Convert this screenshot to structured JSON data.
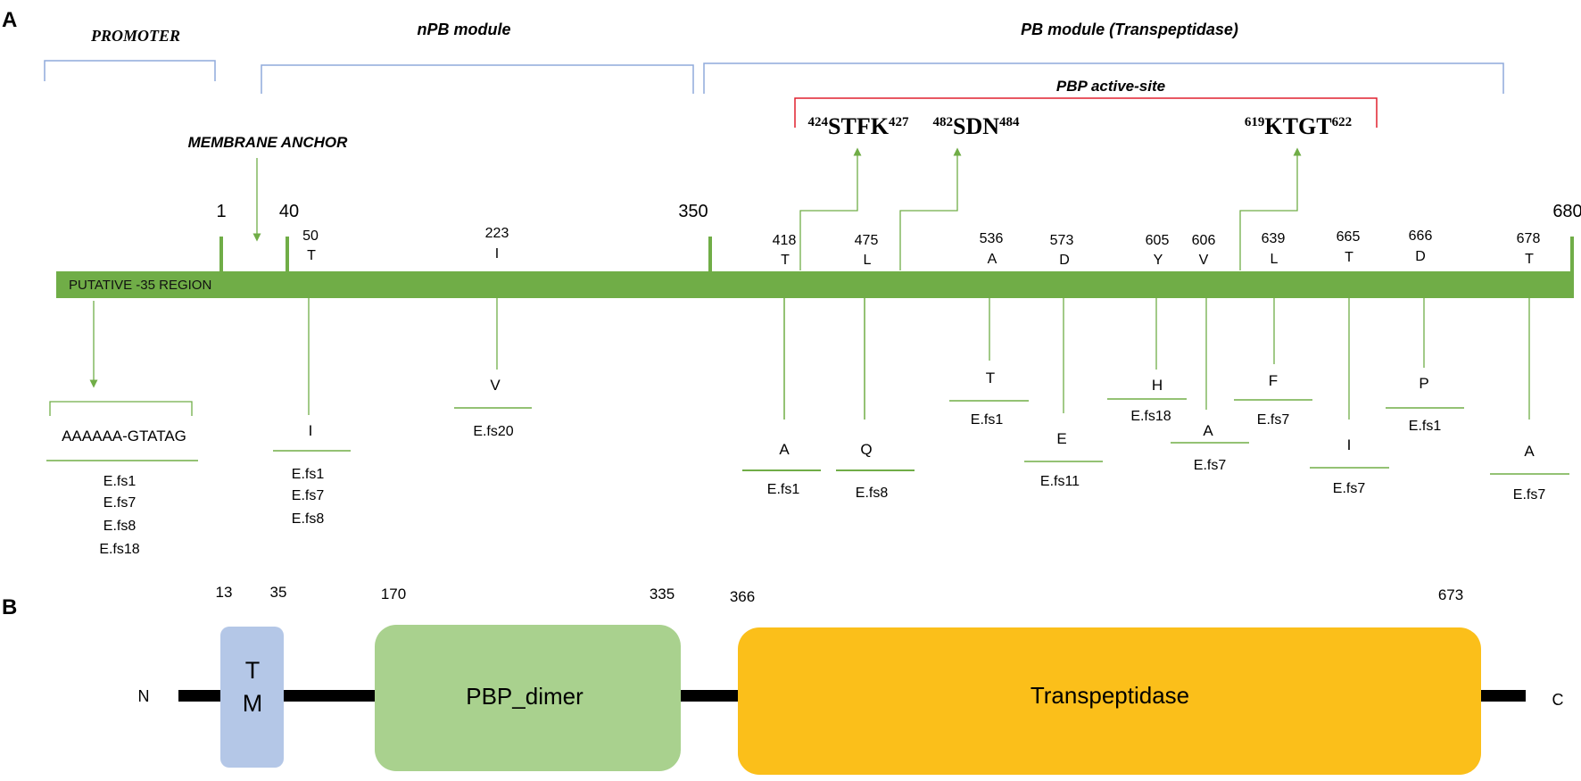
{
  "panel_a": {
    "label": "A",
    "regions": {
      "promoter": "PROMOTER",
      "npb": "nPB module",
      "pb": "PB module (Transpeptidase)",
      "active_site": "PBP active-site"
    },
    "motifs": [
      {
        "start": "424",
        "name": "STFK",
        "end": "427"
      },
      {
        "start": "482",
        "name": "SDN",
        "end": "484"
      },
      {
        "start": "619",
        "name": "KTGT",
        "end": "622"
      }
    ],
    "membrane_anchor": "MEMBRANE ANCHOR",
    "bar_label": "PUTATIVE -35 REGION",
    "positions": [
      "1",
      "40",
      "350",
      "680"
    ],
    "promoter_mutation": {
      "sequence": "AAAAAA-GTATAG",
      "strains": [
        "E.fs1",
        "E.fs7",
        "E.fs8",
        "E.fs18"
      ]
    },
    "mutations": [
      {
        "pos": "50",
        "wt": "T",
        "mut": "I",
        "strains": [
          "E.fs1",
          "E.fs7",
          "E.fs8"
        ]
      },
      {
        "pos": "223",
        "wt": "I",
        "mut": "V",
        "strains": [
          "E.fs20"
        ]
      },
      {
        "pos": "418",
        "wt": "T",
        "mut": "A",
        "strains": [
          "E.fs1"
        ]
      },
      {
        "pos": "475",
        "wt": "L",
        "mut": "Q",
        "strains": [
          "E.fs8"
        ]
      },
      {
        "pos": "536",
        "wt": "A",
        "mut": "T",
        "strains": [
          "E.fs1"
        ]
      },
      {
        "pos": "573",
        "wt": "D",
        "mut": "E",
        "strains": [
          "E.fs11"
        ]
      },
      {
        "pos": "605",
        "wt": "Y",
        "mut": "H",
        "strains": [
          "E.fs18"
        ]
      },
      {
        "pos": "606",
        "wt": "V",
        "mut": "A",
        "strains": [
          "E.fs7"
        ]
      },
      {
        "pos": "639",
        "wt": "L",
        "mut": "F",
        "strains": [
          "E.fs7"
        ]
      },
      {
        "pos": "665",
        "wt": "T",
        "mut": "I",
        "strains": [
          "E.fs7"
        ]
      },
      {
        "pos": "666",
        "wt": "D",
        "mut": "P",
        "strains": [
          "E.fs1"
        ]
      },
      {
        "pos": "678",
        "wt": "T",
        "mut": "A",
        "strains": [
          "E.fs7"
        ]
      }
    ]
  },
  "panel_b": {
    "label": "B",
    "n_term": "N",
    "c_term": "C",
    "positions": [
      "13",
      "35",
      "170",
      "335",
      "366",
      "673"
    ],
    "domains": [
      {
        "name": "TM",
        "line1": "T",
        "line2": "M",
        "color": "#b4c7e7"
      },
      {
        "name": "PBP_dimer",
        "color": "#a9d18e"
      },
      {
        "name": "Transpeptidase",
        "color": "#fbbf1a"
      }
    ]
  },
  "colors": {
    "bar": "#70ad47",
    "bracket": "#8faadc",
    "active_site": "#e0202e",
    "backbone": "#000000"
  }
}
